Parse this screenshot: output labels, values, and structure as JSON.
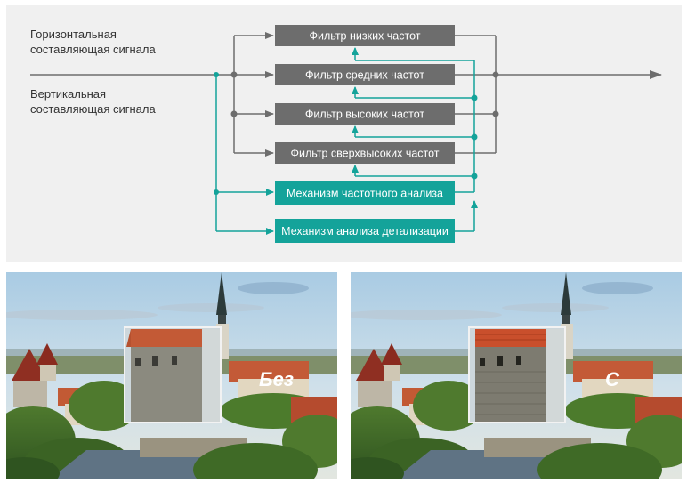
{
  "inputs": {
    "horizontal": [
      "Горизонтальная",
      "составляющая сигнала"
    ],
    "vertical": [
      "Вертикальная",
      "составляющая сигнала"
    ]
  },
  "blocks": {
    "low": "Фильтр низких частот",
    "mid": "Фильтр средних частот",
    "high": "Фильтр высоких частот",
    "ultra": "Фильтр сверхвысоких частот",
    "freq_analysis": "Механизм частотного анализа",
    "detail_analysis": "Механизм анализа детализации"
  },
  "photos": {
    "left_label": "Без",
    "right_label": "С"
  },
  "colors": {
    "filter_block": "#6d6d6d",
    "analysis_block": "#14a39a",
    "line_gray": "#6d6d6d",
    "line_teal": "#14a39a",
    "panel_bg": "#f0f0f0"
  }
}
